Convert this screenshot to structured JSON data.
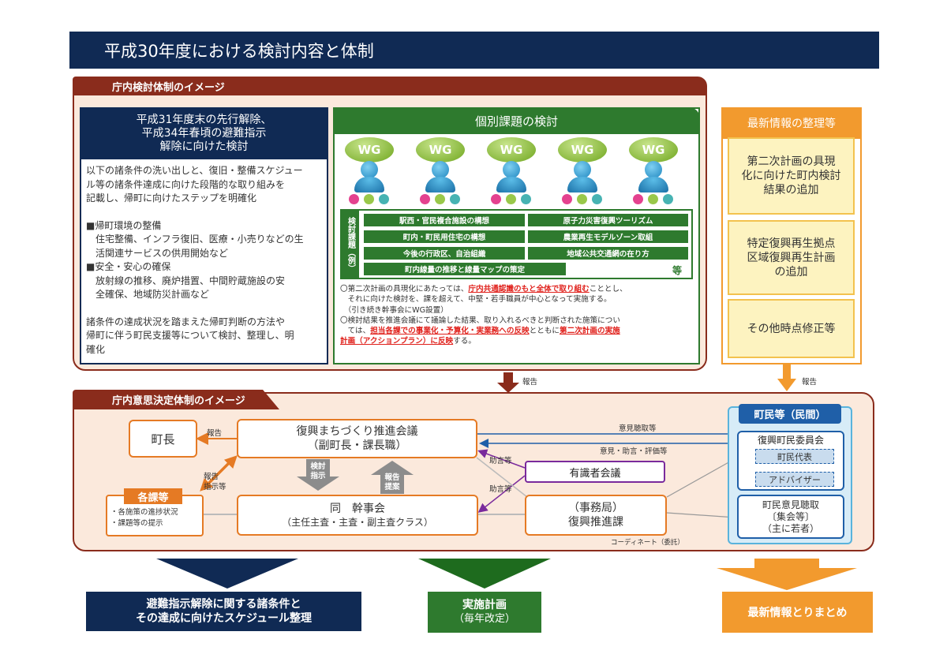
{
  "page_title": "平成30年度における検討内容と体制",
  "upper": {
    "label": "庁内検討体制のイメージ",
    "left": {
      "heading": [
        "平成31年度末の先行解除、",
        "平成34年春頃の避難指示",
        "解除に向けた検討"
      ],
      "paragraphs": [
        [
          "以下の諸条件の洗い出しと、復旧・整備スケジュー",
          "ル等の諸条件達成に向けた段階的な取り組みを",
          "記載し、帰町に向けたステップを明確化"
        ],
        [
          "■帰町環境の整備",
          "　住宅整備、インフラ復旧、医療・小売りなどの生",
          "　活関連サービスの供用開始など",
          "■安全・安心の確保",
          "　放射線の推移、廃炉措置、中間貯蔵施設の安",
          "　全確保、地域防災計画など"
        ],
        [
          "諸条件の達成状況を踏まえた帰町判断の方法や",
          "帰町に伴う町民支援等について検討、整理し、明",
          "確化"
        ]
      ]
    },
    "middle": {
      "heading": "個別課題の検討",
      "wg_label": "WG",
      "topics_label": "検討課題（例）",
      "topics": [
        "駅西・官民複合施設の構想",
        "原子力災害復興ツーリズム",
        "町内・町民用住宅の構想",
        "農業再生モデルゾーン取組",
        "今後の行政区、自治組織",
        "地域公共交通網の在り方",
        "町内線量の推移と線量マップの策定"
      ],
      "etc": "等",
      "note1_a": "〇第二次計画の具現化にあたっては、",
      "note1_red": "庁内共通認識のもと全体で取り組む",
      "note1_b": "こととし、",
      "note1_c": "　それに向けた検討を、課を超えて、中堅・若手職員が中心となって実施する。",
      "note1_d": "　（引き続き幹事会にWG設置）",
      "note2_a": "〇検討結果を推進会議にて議論した結果、取り入れるべきと判断された施策につい",
      "note2_b": "　ては、",
      "note2_red1": "担当各課での事業化・予算化・実業務への反映",
      "note2_c": "とともに",
      "note2_red2": "第二次計画の実施",
      "note2_red3": "計画（アクションプラン）に反映",
      "note2_d": "する。"
    }
  },
  "right": {
    "heading": "最新情報の整理等",
    "boxes": [
      [
        "第二次計画の具現",
        "化に向けた町内検討",
        "結果の追加"
      ],
      [
        "特定復興再生拠点",
        "区域復興再生計画",
        "の追加"
      ],
      [
        "その他時点修正等"
      ]
    ]
  },
  "report_label": "報告",
  "lower": {
    "label": "庁内意思決定体制のイメージ",
    "mayor": "町長",
    "report_to_mayor": "報告",
    "council": [
      "復興まちづくり推進会議",
      "（副町長・課長職）"
    ],
    "kanji": [
      "同　幹事会",
      "（主任主査・主査・副主査クラス）"
    ],
    "arrow_down": [
      "検討",
      "指示"
    ],
    "arrow_up": [
      "報告",
      "提案"
    ],
    "depts_heading": "各課等",
    "depts_items": [
      "・各施策の進捗状況",
      "・課題等の提示"
    ],
    "depts_link": [
      "報告",
      "指示等"
    ],
    "experts": "有識者会議",
    "advice_1": "助言等",
    "advice_2": "助言等",
    "secretariat": [
      "（事務局）",
      "復興推進課"
    ],
    "coordinator": "コーディネート（委託）",
    "hearing": "意見聴取等",
    "feedback": "意見・助言・評価等"
  },
  "citizens": {
    "heading": "町民等（民間）",
    "committee": "復興町民委員会",
    "rep": "町民代表",
    "advisor": "アドバイザー",
    "hearing": [
      "町民意見聴取",
      "〔集会等〕",
      "（主に若者）"
    ]
  },
  "bottom": {
    "navy": [
      "避難指示解除に関する諸条件と",
      "その達成に向けたスケジュール整理"
    ],
    "green": [
      "実施計画",
      "（毎年改定）"
    ],
    "orange": "最新情報とりまとめ"
  },
  "colors": {
    "navy": "#102a54",
    "maroon": "#8a2c1c",
    "green": "#2e7a2e",
    "orange": "#f29a2e",
    "red_text": "#e0201b"
  }
}
